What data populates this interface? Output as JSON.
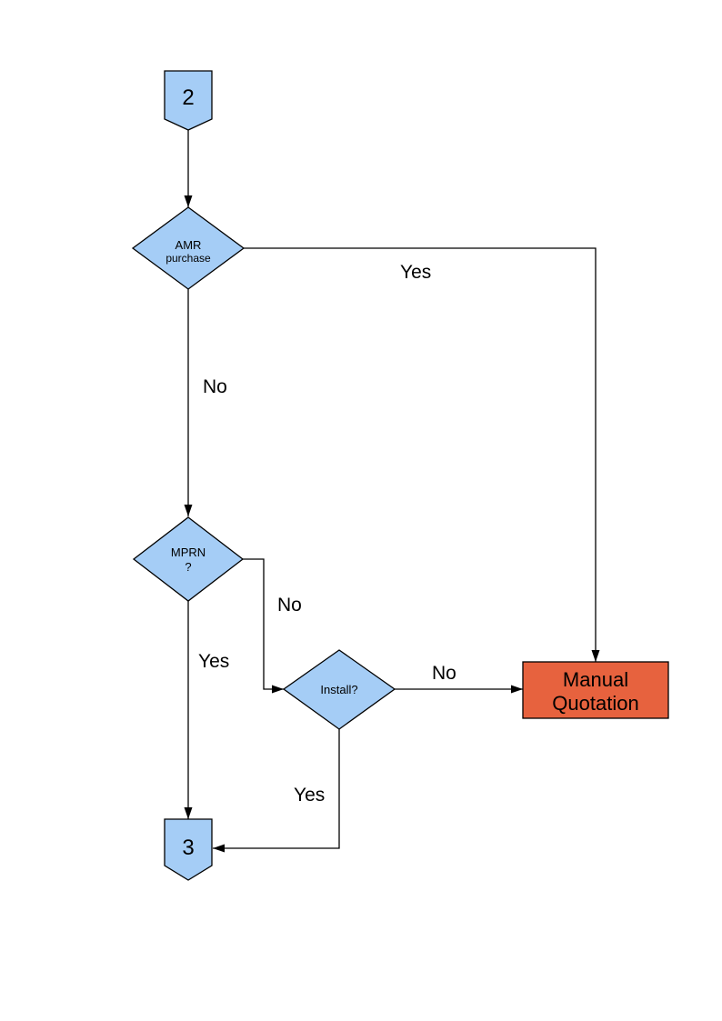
{
  "flowchart": {
    "nodes": {
      "connector_2": {
        "label": "2"
      },
      "amr_purchase": {
        "line1": "AMR",
        "line2": "purchase"
      },
      "mprn": {
        "line1": "MPRN",
        "line2": "?"
      },
      "install": {
        "label": "Install?"
      },
      "manual_quotation": {
        "line1": "Manual",
        "line2": "Quotation"
      },
      "connector_3": {
        "label": "3"
      }
    },
    "edge_labels": {
      "amr_yes": "Yes",
      "amr_no": "No",
      "mprn_no": "No",
      "mprn_yes": "Yes",
      "install_no": "No",
      "install_yes": "Yes"
    },
    "colors": {
      "page_background": "#FFFFFF",
      "node_fill": "#A5CDF6",
      "node_stroke": "#000000",
      "manual_quotation_fill": "#E7623E",
      "line_color": "#000000",
      "text_color": "#000000"
    }
  }
}
